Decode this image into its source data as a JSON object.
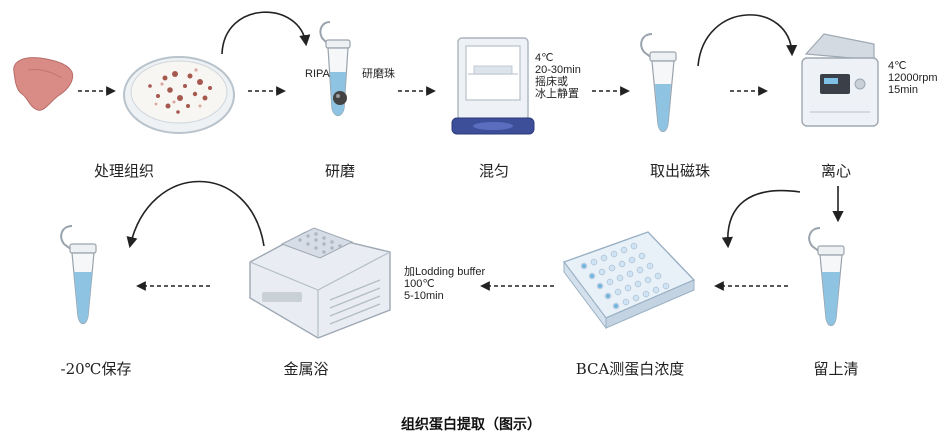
{
  "steps": [
    {
      "label": "处理组织",
      "icon": "liver-icon"
    },
    {
      "label": "研磨",
      "icon": "tube-with-bead-icon"
    },
    {
      "label": "混匀",
      "icon": "shaker-incubator-icon"
    },
    {
      "label": "取出磁珠",
      "icon": "microtube-icon"
    },
    {
      "label": "离心",
      "icon": "centrifuge-icon"
    },
    {
      "label": "留上清",
      "icon": "microtube-icon"
    },
    {
      "label": "BCA测蛋白浓度",
      "icon": "well-plate-icon"
    },
    {
      "label": "金属浴",
      "icon": "metal-bath-icon"
    },
    {
      "label": "-20℃保存",
      "icon": "microtube-icon"
    }
  ],
  "annotations": {
    "ripa": "RIPA",
    "beads": "研磨珠",
    "mix_temp": "4℃",
    "mix_time": "20-30min",
    "mix_method_1": "摇床或",
    "mix_method_2": "冰上静置",
    "spin_temp": "4℃",
    "spin_speed": "12000rpm",
    "spin_time": "15min",
    "boil_buffer": "加Lodding buffer",
    "boil_temp": "100℃",
    "boil_time": "5-10min"
  },
  "caption": "组织蛋白提取（图示）",
  "colors": {
    "liver": "#d98b86",
    "liquid": "#8fc3e2",
    "arrow": "#222222",
    "device": "#e9edf3",
    "plate": "#cfe3f3"
  }
}
